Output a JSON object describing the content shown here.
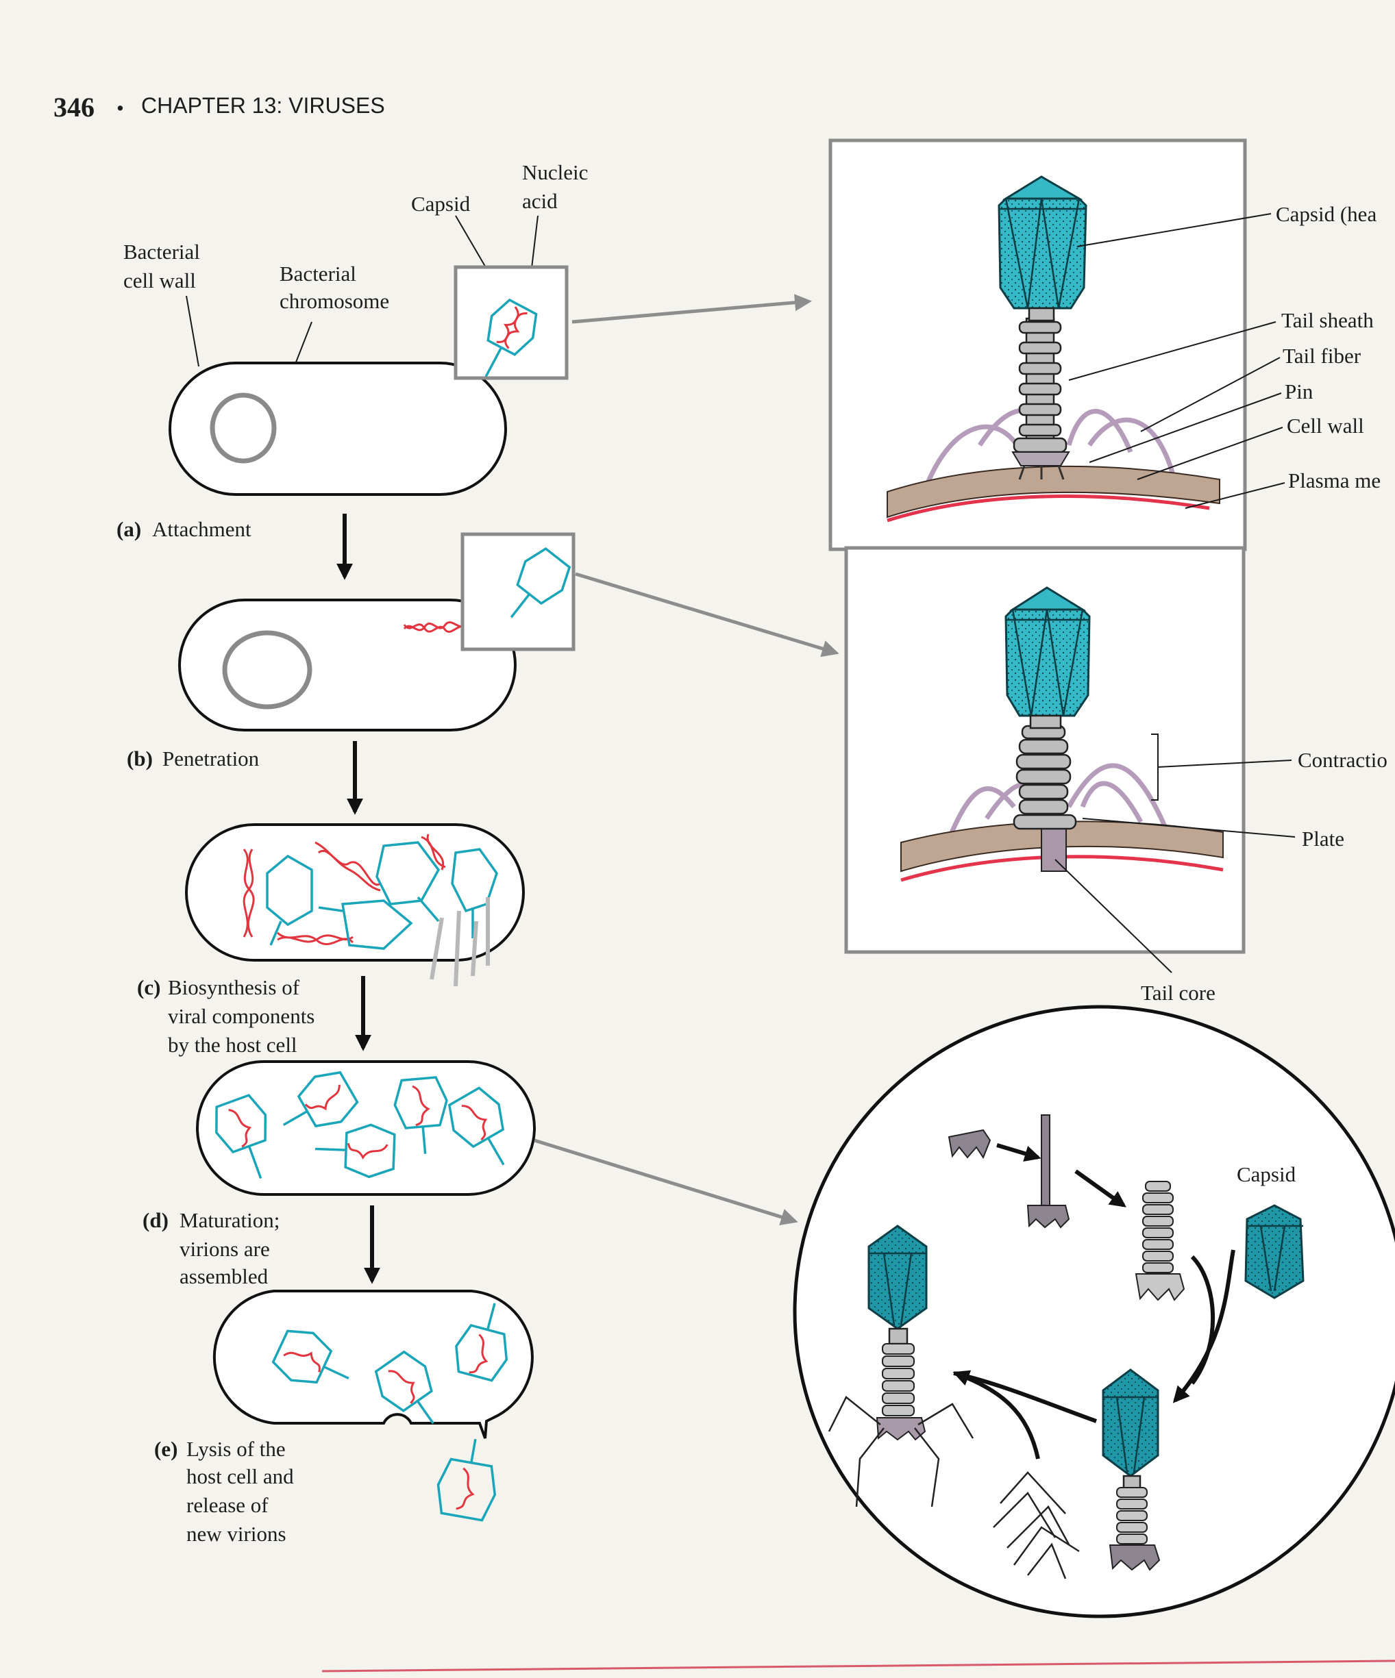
{
  "header": {
    "page_number": "346",
    "separator": "•",
    "chapter": "CHAPTER 13: VIRUSES"
  },
  "left_labels": {
    "capsid": "Capsid",
    "nucleic_acid": [
      "Nucleic",
      "acid"
    ],
    "bacterial_cell_wall": [
      "Bacterial",
      "cell wall"
    ],
    "bacterial_chromosome": [
      "Bacterial",
      "chromosome"
    ]
  },
  "stages": [
    {
      "letter": "(a)",
      "lines": [
        "Attachment"
      ]
    },
    {
      "letter": "(b)",
      "lines": [
        "Penetration"
      ]
    },
    {
      "letter": "(c)",
      "lines": [
        "Biosynthesis of",
        "viral components",
        "by the host cell"
      ]
    },
    {
      "letter": "(d)",
      "lines": [
        "Maturation;",
        "virions are",
        "assembled"
      ]
    },
    {
      "letter": "(e)",
      "lines": [
        "Lysis of the",
        "host cell and",
        "release of",
        "new virions"
      ]
    }
  ],
  "detail_top_labels": [
    "Capsid (hea",
    "Tail sheath",
    "Tail fiber",
    "Pin",
    "Cell wall",
    "Plasma me"
  ],
  "detail_mid_labels": [
    "Contractio",
    "Plate",
    "Tail core"
  ],
  "assembly_labels": {
    "capsid": "Capsid"
  },
  "colors": {
    "capsid": "#35b9c7",
    "outline": "#1aa6b8",
    "dna": "#e2353f",
    "sheath": "#bdbdbd",
    "fiber": "#b49cba",
    "wall": "#bfa693",
    "membrane": "#e3344c"
  }
}
